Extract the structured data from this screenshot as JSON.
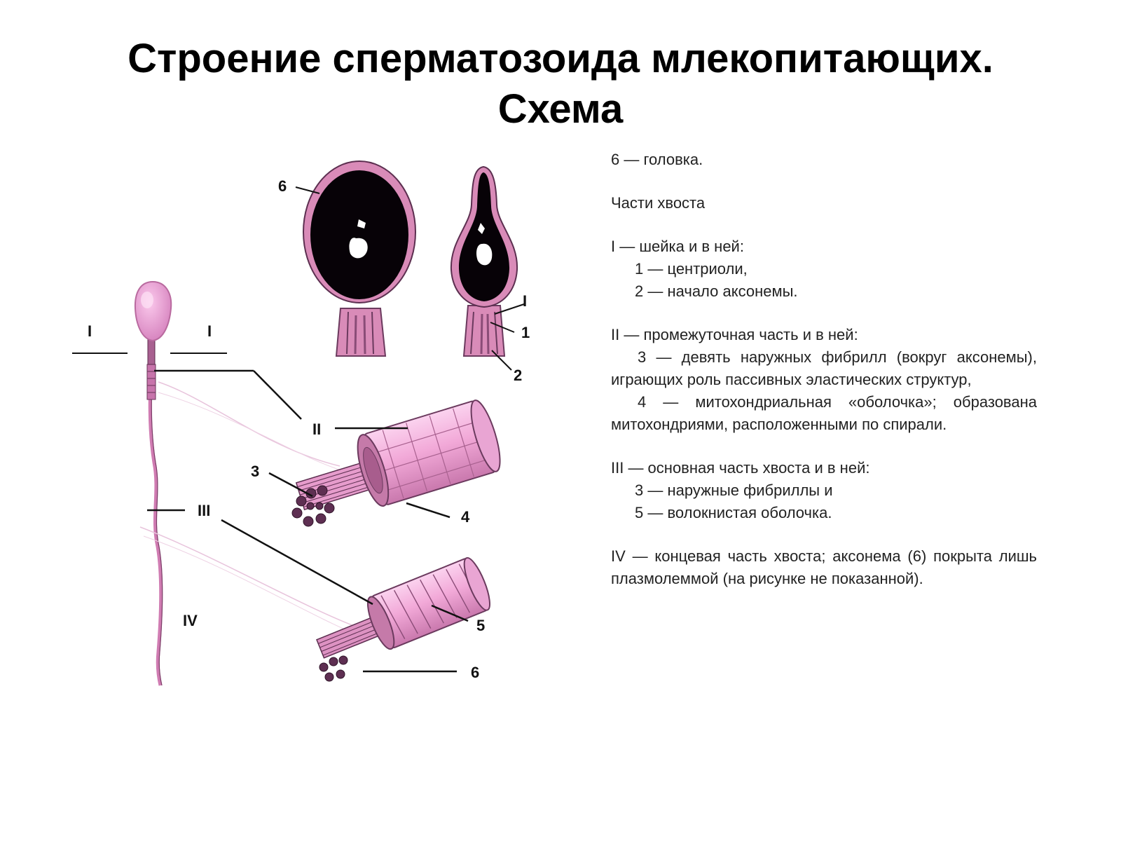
{
  "title": {
    "line1": "Строение сперматозоида млекопитающих.",
    "line2": "Схема"
  },
  "labels": {
    "head": "6",
    "neck_left": "I",
    "neck_right": "I",
    "neck_detail": "I",
    "centrioles": "1",
    "axoneme_start": "2",
    "middle_piece": "II",
    "outer_fibrils": "3",
    "mito_sheath": "4",
    "principal_piece": "III",
    "fibrous_sheath": "5",
    "axoneme": "6",
    "end_piece": "IV"
  },
  "legend": {
    "head": "6 — головка.",
    "tail_parts": "Части хвоста",
    "neck": "I — шейка и в ней:",
    "neck_1": "1 — центриоли,",
    "neck_2": "2 — начало аксонемы.",
    "middle": "II — промежуточная часть и в ней:",
    "middle_3": "3 — девять наружных фибрилл (вокруг аксонемы), играющих роль пассивных эластических структур,",
    "middle_4": "4 — митохондриальная «оболочка»; образована митохондриями, расположенными по спирали.",
    "principal": "III — основная часть хвоста и в ней:",
    "principal_3": "3 — наружные фибриллы и",
    "principal_5": "5 — волокнистая оболочка.",
    "end": "IV — концевая часть хвоста; аксонема (6) покрыта лишь плазмолеммой (на рисунке не показанной)."
  },
  "colors": {
    "membrane_pink": "#d98bb8",
    "light_pink": "#f4b3dc",
    "dark_pink": "#9c5a86",
    "nucleus": "#070207",
    "line": "#111111"
  }
}
